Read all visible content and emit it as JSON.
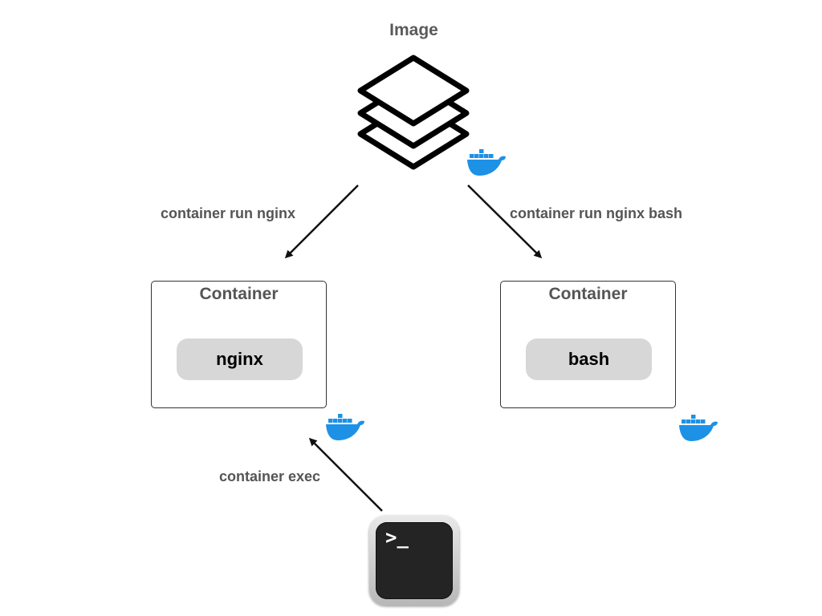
{
  "image": {
    "title": "Image",
    "icon": "layers-icon"
  },
  "edges": {
    "run_nginx": "container run nginx",
    "run_bash": "container run nginx bash",
    "exec": "container exec"
  },
  "containers": [
    {
      "title": "Container",
      "process": "nginx"
    },
    {
      "title": "Container",
      "process": "bash"
    }
  ],
  "terminal": {
    "prompt": ">_",
    "icon": "terminal-icon"
  },
  "colors": {
    "docker_blue": "#1d91e6",
    "pill_gray": "#d7d7d7",
    "arrow": "#111111",
    "label_gray": "#555555"
  }
}
